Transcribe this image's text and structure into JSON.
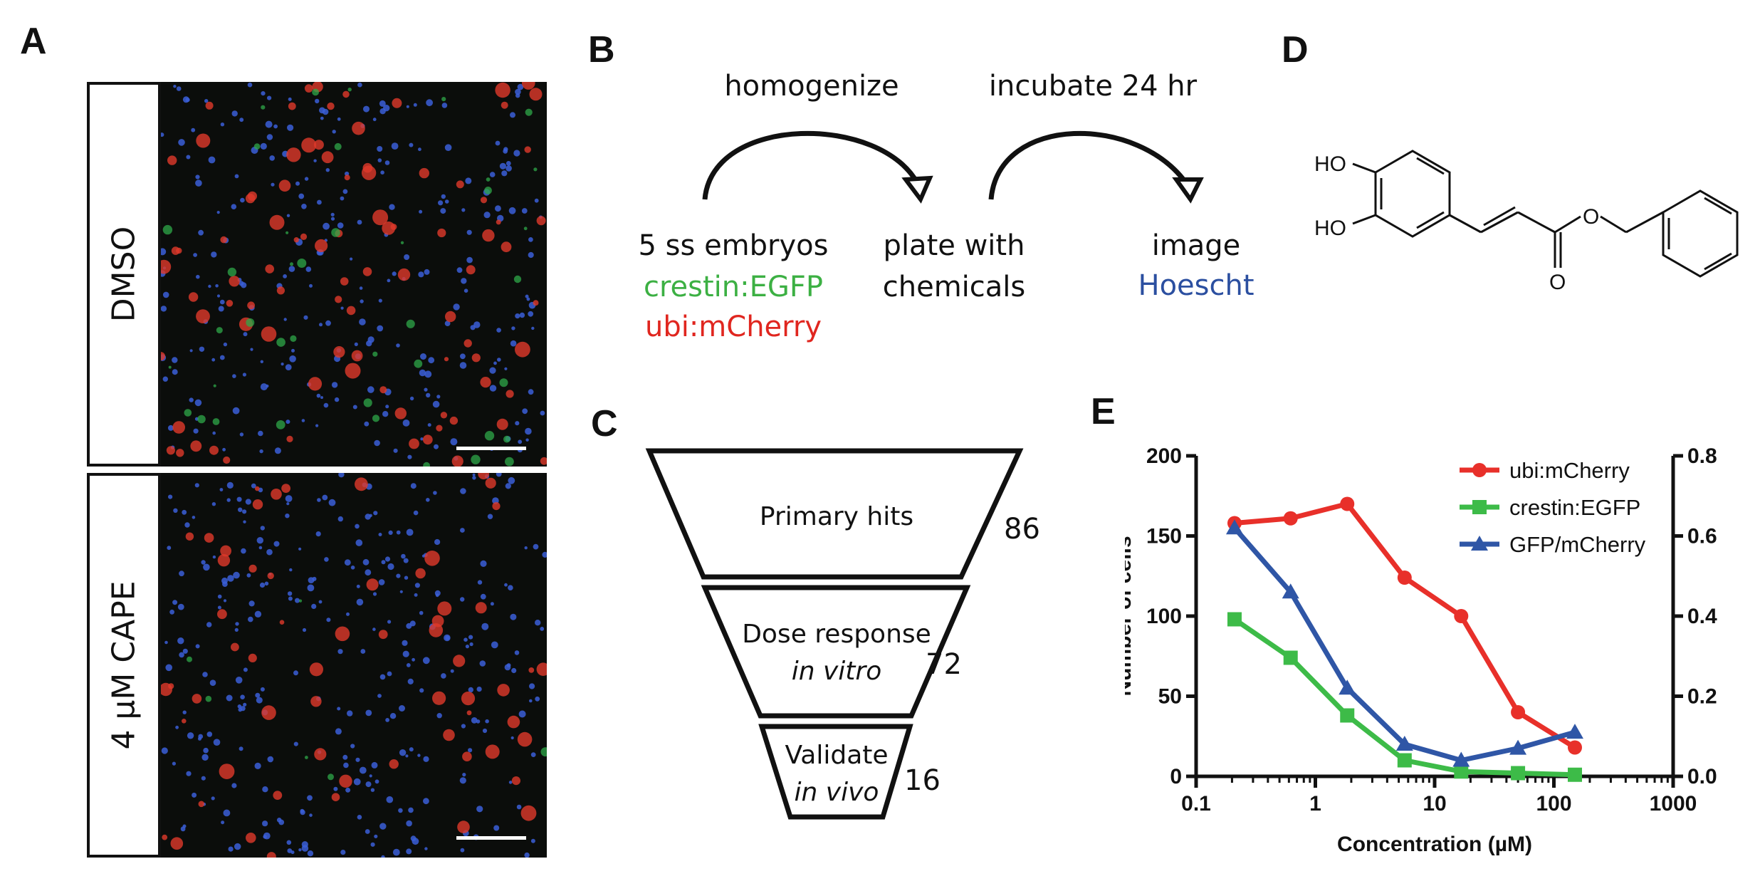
{
  "panels": {
    "a": "A",
    "b": "B",
    "c": "C",
    "d": "D",
    "e": "E"
  },
  "panel_a": {
    "top_label": "DMSO",
    "bottom_label": "4 µM CAPE"
  },
  "panel_b": {
    "step1_arrow": "homogenize",
    "step2_arrow": "incubate 24 hr",
    "start_line1": "5 ss embryos",
    "start_line2": "crestin:EGFP",
    "start_line3": "ubi:mCherry",
    "mid_line1": "plate with",
    "mid_line2": "chemicals",
    "end_line1": "image",
    "end_line2": "Hoescht",
    "colors": {
      "green": "#3cb043",
      "red": "#e0261f",
      "blue": "#2b4fa0"
    }
  },
  "panel_c": {
    "tier1": "Primary hits",
    "tier1_count": "86",
    "tier2_line1": "Dose response",
    "tier2_line2": "in vitro",
    "tier2_count": "72",
    "tier3_line1": "Validate",
    "tier3_line2": "in vivo",
    "tier3_count": "16"
  },
  "panel_d": {
    "ho_top": "HO",
    "ho_bottom": "HO",
    "o_ester": "O",
    "o_carbonyl": "O"
  },
  "chart_data": {
    "type": "line",
    "xlabel": "Concentration (µM)",
    "ylabel": "Number of cells",
    "xscale": "log",
    "xlim": [
      0.1,
      1000
    ],
    "ylim": [
      0,
      200
    ],
    "y2lim": [
      0,
      0.8
    ],
    "x_ticks": [
      "0.1",
      "1",
      "10",
      "100",
      "1000"
    ],
    "y_ticks": [
      "0",
      "50",
      "100",
      "150",
      "200"
    ],
    "y2_ticks": [
      "0.0",
      "0.2",
      "0.4",
      "0.6",
      "0.8"
    ],
    "legend_position": "top-right",
    "series": [
      {
        "name": "ubi:mCherry",
        "axis": "left",
        "color": "#e8302a",
        "marker": "circle",
        "x": [
          0.21,
          0.62,
          1.85,
          5.6,
          16.7,
          50,
          150
        ],
        "y": [
          158,
          161,
          170,
          124,
          100,
          40,
          18
        ]
      },
      {
        "name": "crestin:EGFP",
        "axis": "left",
        "color": "#3dbb48",
        "marker": "square",
        "x": [
          0.21,
          0.62,
          1.85,
          5.6,
          16.7,
          50,
          150
        ],
        "y": [
          98,
          74,
          38,
          10,
          3,
          2,
          1
        ]
      },
      {
        "name": "GFP/mCherry",
        "axis": "right",
        "color": "#2f56a6",
        "marker": "triangle",
        "x": [
          0.21,
          0.62,
          1.85,
          5.6,
          16.7,
          50,
          150
        ],
        "y": [
          0.62,
          0.46,
          0.22,
          0.08,
          0.04,
          0.07,
          0.11
        ]
      }
    ]
  }
}
